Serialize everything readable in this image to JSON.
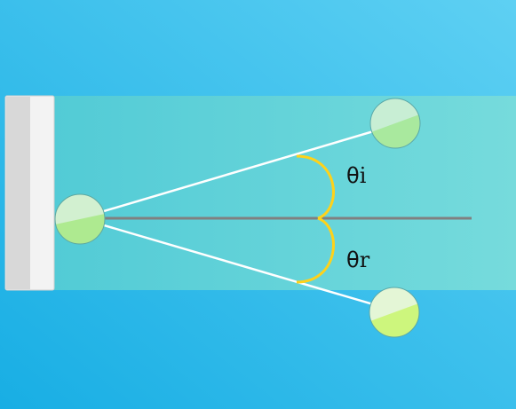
{
  "labels": {
    "incident_symbol": "θ",
    "incident_subscript": "i",
    "reflected_symbol": "θ",
    "reflected_subscript": "r"
  },
  "colors": {
    "background_start": "#1ab0e6",
    "background_end": "#5ccff2",
    "band": "#6ad6d8",
    "wall_light": "#f2f2f2",
    "wall_dark": "#d9d9d9",
    "ray": "#ffffff",
    "normal_line": "#808080",
    "angle_arc": "#ffd21a",
    "ball_light": "#d8f0c8",
    "ball_green": "#a8ec9a",
    "ball_lime": "#cdf77a"
  },
  "icons": {
    "wall": "wall-rectangle",
    "source_ball": "split-circle",
    "incident_ball": "split-circle",
    "reflected_ball": "split-circle"
  }
}
